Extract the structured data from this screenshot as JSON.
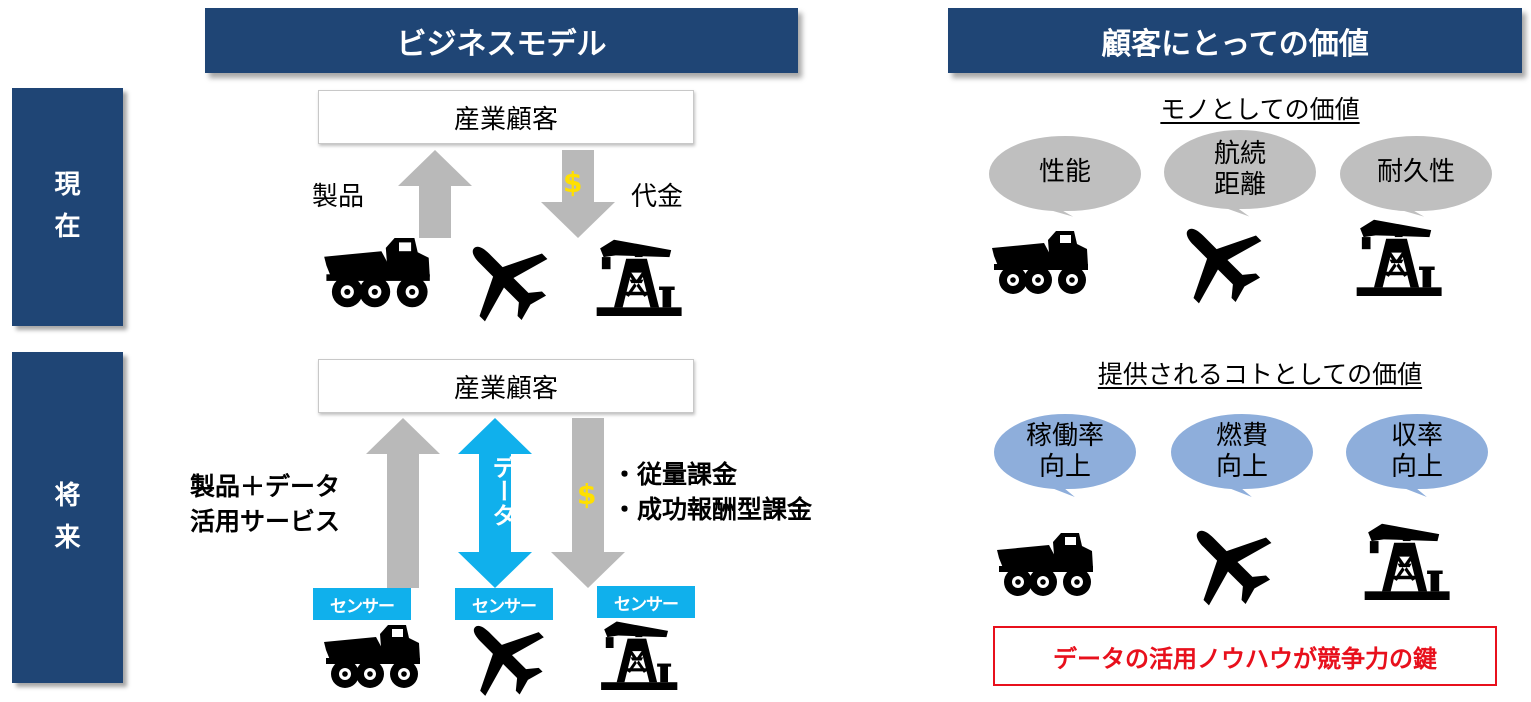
{
  "left": {
    "header": "ビジネスモデル",
    "current_label": "現\n在",
    "future_label": "将\n来",
    "current": {
      "customer": "産業顧客",
      "product_label": "製品",
      "payment_label": "代金",
      "dollar": "$"
    },
    "future": {
      "customer": "産業顧客",
      "product_data_label": "製品＋データ\n活用サービス",
      "data_arrow_label": "データ",
      "dollar": "$",
      "billing": "・従量課金\n・成功報酬型課金",
      "sensors": [
        "センサー",
        "センサー",
        "センサー"
      ]
    }
  },
  "right": {
    "header": "顧客にとっての価値",
    "product_value_title": "モノとしての価値",
    "product_bubbles": [
      "性能",
      "航続\n距離",
      "耐久性"
    ],
    "service_value_title": "提供されるコトとしての価値",
    "service_bubbles": [
      "稼働率\n向上",
      "燃費\n向上",
      "収率\n向上"
    ],
    "key_message": "データの活用ノウハウが競争力の鍵"
  },
  "colors": {
    "navy": "#1f4575",
    "gray_arrow": "#b9b9b9",
    "data_arrow": "#10b0ec",
    "gray_bubble": "#bfbfbf",
    "blue_bubble": "#8eaedb",
    "dollar": "#ffe000",
    "key_red": "#e8101c"
  },
  "icons": [
    "dump-truck-icon",
    "airplane-icon",
    "oil-pump-icon"
  ]
}
